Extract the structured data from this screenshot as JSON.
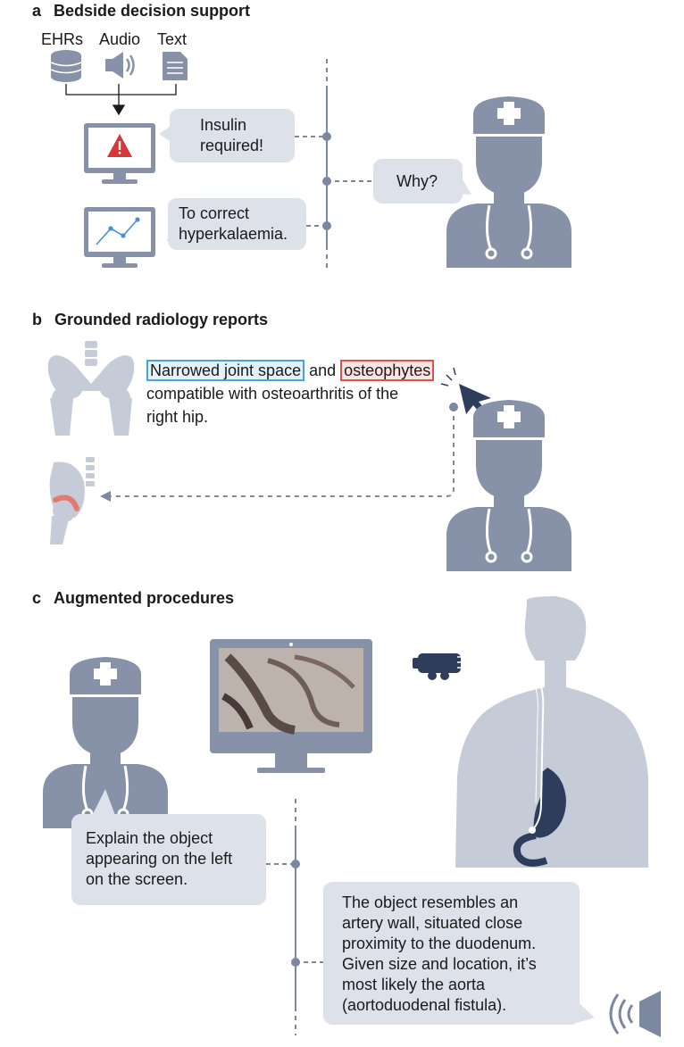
{
  "colors": {
    "figure": "#8791a8",
    "figure_light": "#c5cbd7",
    "bubble": "#dde2ea",
    "line": "#7c87a0",
    "alert_red": "#d6383a",
    "chart_blue": "#4a90d9",
    "highlight_blue": "#4aa3dc",
    "highlight_red": "#d9534f",
    "dark_navy": "#2f3d5c"
  },
  "panel_a": {
    "letter": "a",
    "title": "Bedside decision support",
    "sources": [
      "EHRs",
      "Audio",
      "Text"
    ],
    "alert_bubble": [
      "Insulin",
      "required!"
    ],
    "why_bubble": "Why?",
    "answer_bubble": [
      "To correct",
      "hyperkalaemia."
    ]
  },
  "panel_b": {
    "letter": "b",
    "title": "Grounded radiology reports",
    "report": {
      "highlight1": "Narrowed joint space",
      "connector": "and",
      "highlight2": "osteophytes",
      "line2": "compatible with osteoarthritis of the",
      "line3": "right hip."
    }
  },
  "panel_c": {
    "letter": "c",
    "title": "Augmented procedures",
    "question_bubble": [
      "Explain the object",
      "appearing on the left",
      "on the screen."
    ],
    "answer_bubble": [
      "The object resembles an",
      "artery wall, situated close",
      "proximity to the duodenum.",
      "Given size and location, it’s",
      "most likely the aorta",
      "(aortoduodenal fistula)."
    ]
  }
}
